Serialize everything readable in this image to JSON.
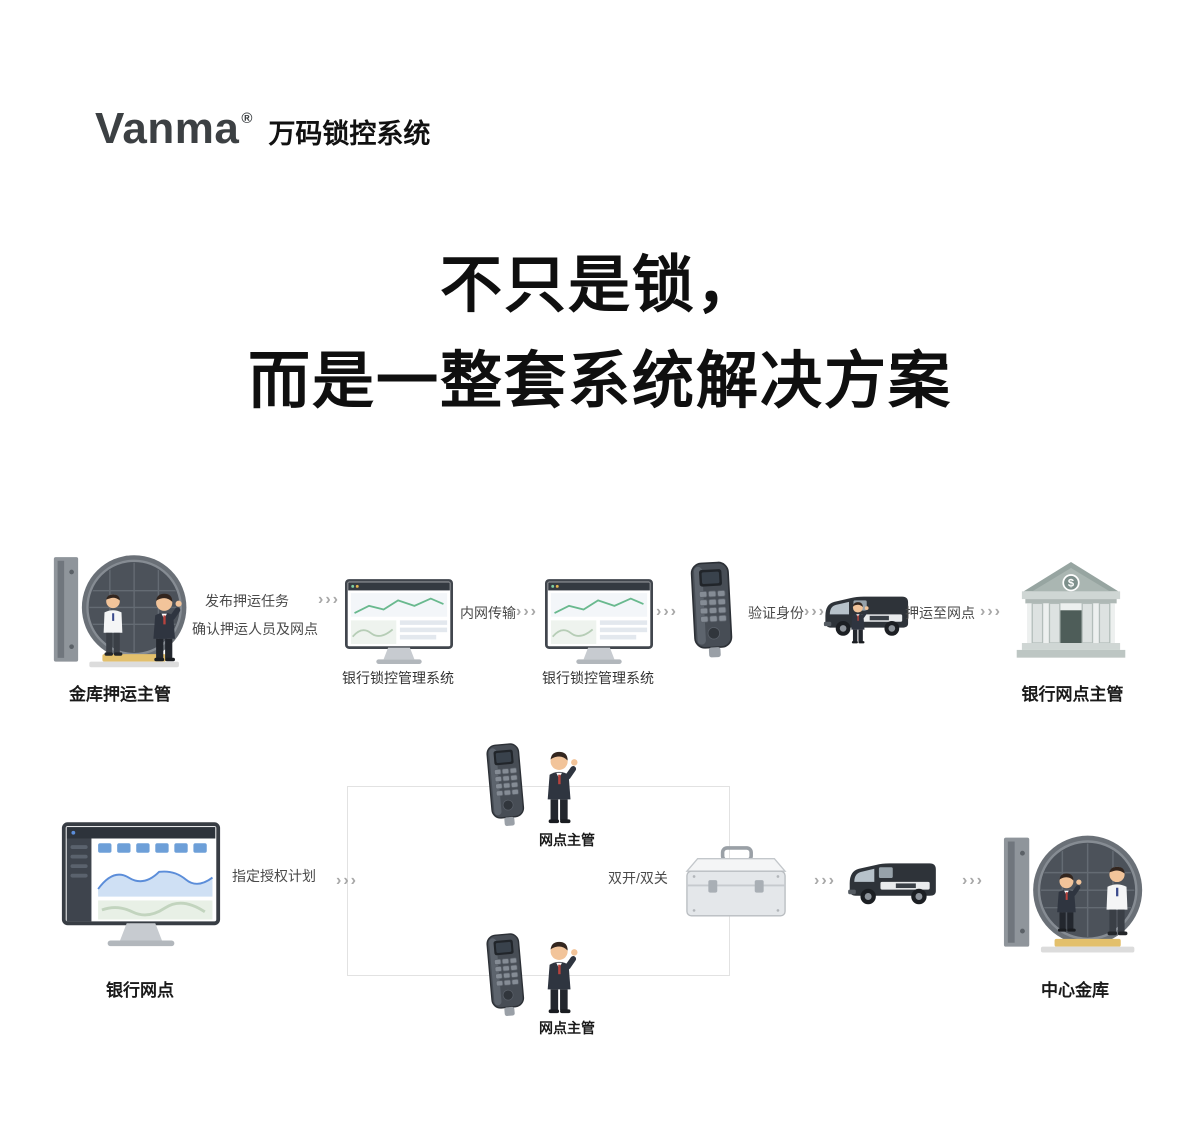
{
  "logo": {
    "brand": "Vanma",
    "registered": "®",
    "product": "万码锁控系统"
  },
  "headline": {
    "line1": "不只是锁，",
    "line2": "而是一整套系统解决方案"
  },
  "arrow_glyph": "›››",
  "row1": {
    "vault_label": "金库押运主管",
    "task_line1": "发布押运任务",
    "task_line2": "确认押运人员及网点",
    "monitor1_label": "银行锁控管理系统",
    "transfer_label": "内网传输",
    "monitor2_label": "银行锁控管理系统",
    "verify_label": "验证身份",
    "deliver_label": "押运至网点",
    "bank_label": "银行网点主管",
    "bank_roof_symbol": "$"
  },
  "row2": {
    "monitor_label": "银行网点",
    "assign_label": "指定授权计划",
    "lock_top_label": "网点主管",
    "lock_bottom_label": "网点主管",
    "dual_label": "双开/双关",
    "vault_label": "中心金库"
  },
  "colors": {
    "headline": "#0f0f0f",
    "label": "#1a1a1a",
    "step_text": "#4a4a4a",
    "arrow": "#a8a8a8",
    "connector_line": "#e2e2e2"
  }
}
